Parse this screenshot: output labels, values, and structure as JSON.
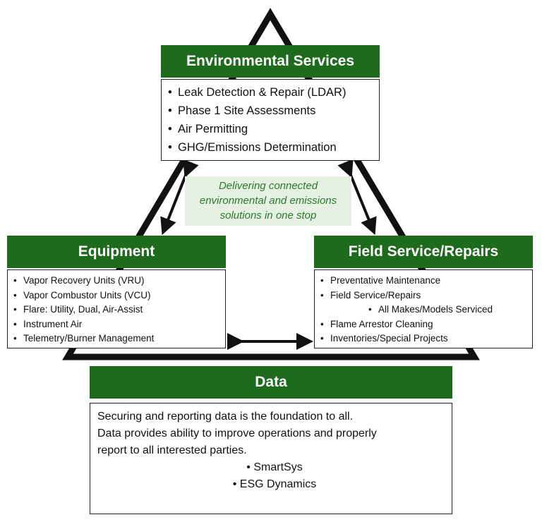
{
  "colors": {
    "header_green": "#1e6b1e",
    "note_bg": "#e6f0e3",
    "note_text": "#2a7a2a",
    "outline": "#111111"
  },
  "environmental": {
    "title": "Environmental Services",
    "items": [
      "Leak Detection & Repair (LDAR)",
      "Phase 1 Site Assessments",
      "Air Permitting",
      "GHG/Emissions Determination"
    ]
  },
  "center_note": {
    "lines": [
      "Delivering connected",
      "environmental and emissions",
      "solutions in one stop"
    ]
  },
  "equipment": {
    "title": "Equipment",
    "items": [
      "Vapor Recovery Units (VRU)",
      "Vapor Combustor Units (VCU)",
      "Flare: Utility, Dual, Air-Assist",
      "Instrument Air",
      "Telemetry/Burner Management"
    ]
  },
  "field": {
    "title": "Field Service/Repairs",
    "items": [
      "Preventative Maintenance",
      "Field Service/Repairs",
      "All Makes/Models Serviced",
      "Flame Arrestor Cleaning",
      "Inventories/Special Projects"
    ]
  },
  "data_section": {
    "title": "Data",
    "lines": [
      "Securing and reporting data is the foundation to all.",
      "Data provides ability to improve operations and properly",
      "report to all interested parties."
    ],
    "items": [
      "SmartSys",
      "ESG Dynamics"
    ]
  },
  "bullet": "•"
}
